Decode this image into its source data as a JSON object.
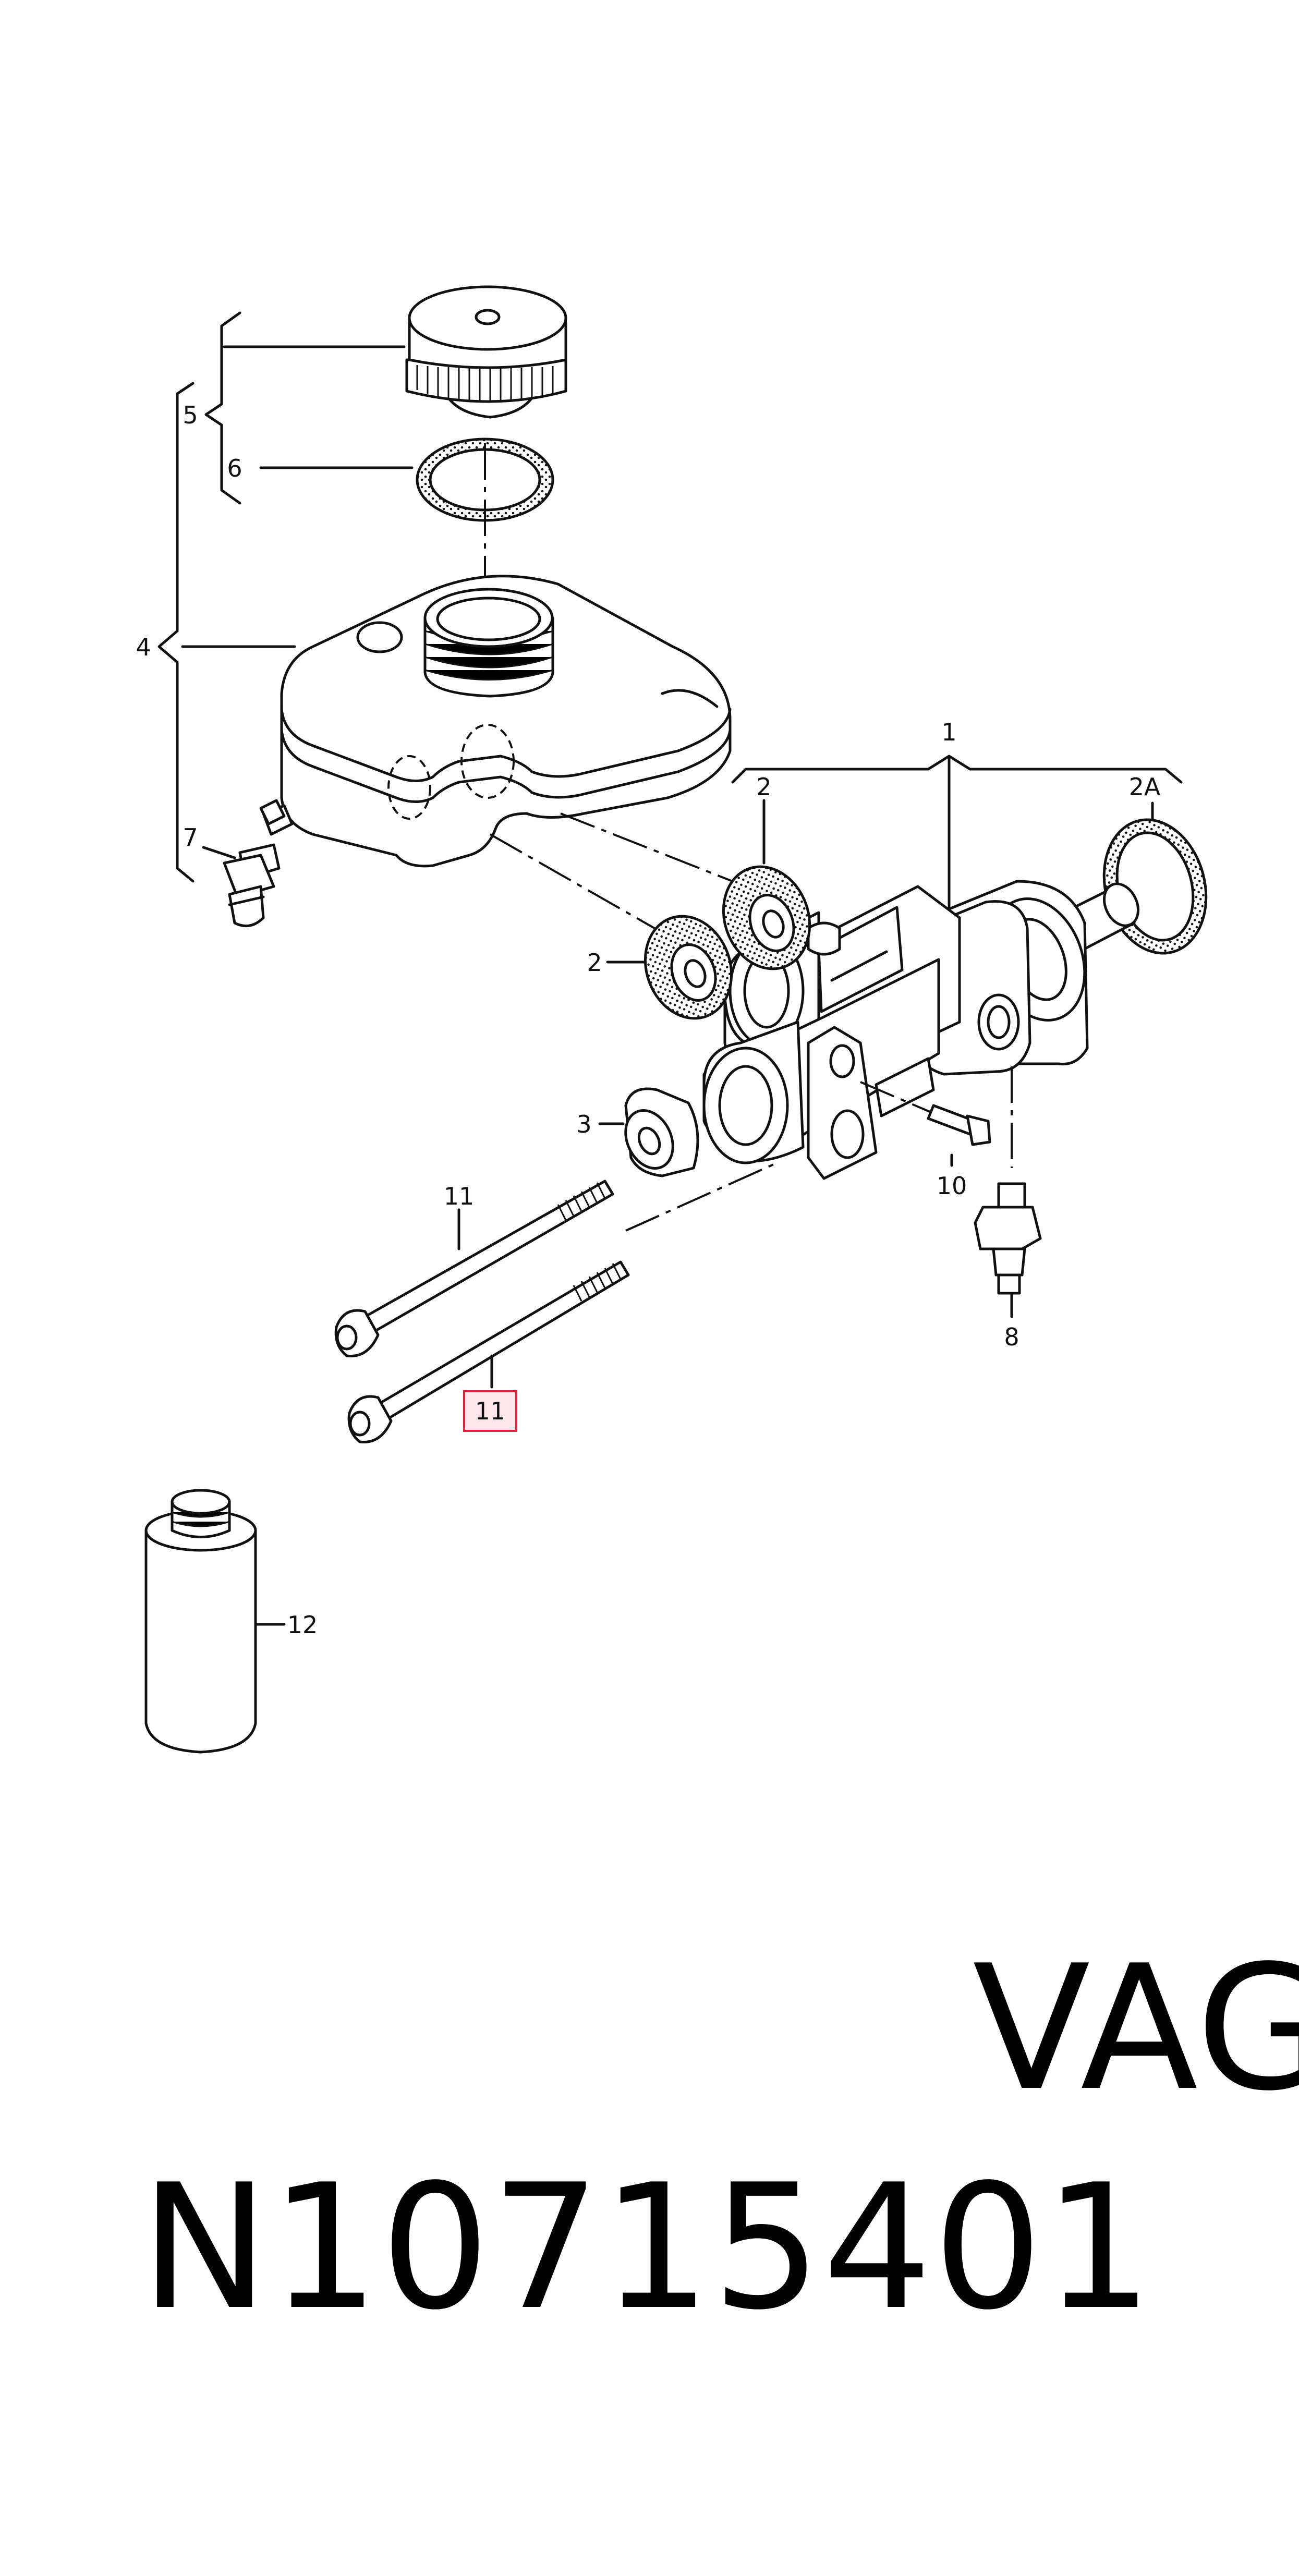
{
  "labels": {
    "l1": "1",
    "l2a": "2",
    "l2b": "2",
    "l2A": "2A",
    "l3": "3",
    "l4": "4",
    "l5": "5",
    "l6": "6",
    "l7": "7",
    "l8": "8",
    "l10": "10",
    "l11a": "11",
    "l11b": "11",
    "l12": "12"
  },
  "highlight": {
    "color": "#e02040",
    "fill": "#fde7ec"
  },
  "caption": {
    "part_number": "N10715401",
    "brand": "VAG"
  }
}
